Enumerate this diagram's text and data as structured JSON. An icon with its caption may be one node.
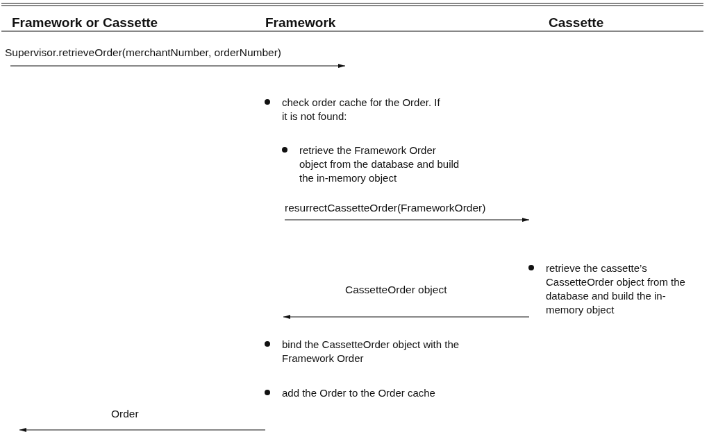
{
  "diagram": {
    "nodes": [
      {
        "text": [
          "check order cache for the Order. If it is not found:"
        ]
      },
      {
        "text": [
          "retrieve the Framework Order object from the database and build the in-memory object"
        ]
      },
      {
        "text": [
          "retrieve the cassette’s CassetteOrder object from the database and build the in-memory object"
        ]
      },
      {
        "text": [
          "bind the CassetteOrder object with the Framework Order"
        ]
      },
      {
        "text": [
          "add the Order to the Order cache"
        ]
      }
    ],
    "labels": [
      "Framework or Cassette",
      "Framework",
      "Cassette",
      "Supervisor.retrieveOrder(merchantNumber, orderNumber)",
      "resurrectCassetteOrder(FrameworkOrder)",
      "CassetteOrder object",
      "Order"
    ]
  }
}
